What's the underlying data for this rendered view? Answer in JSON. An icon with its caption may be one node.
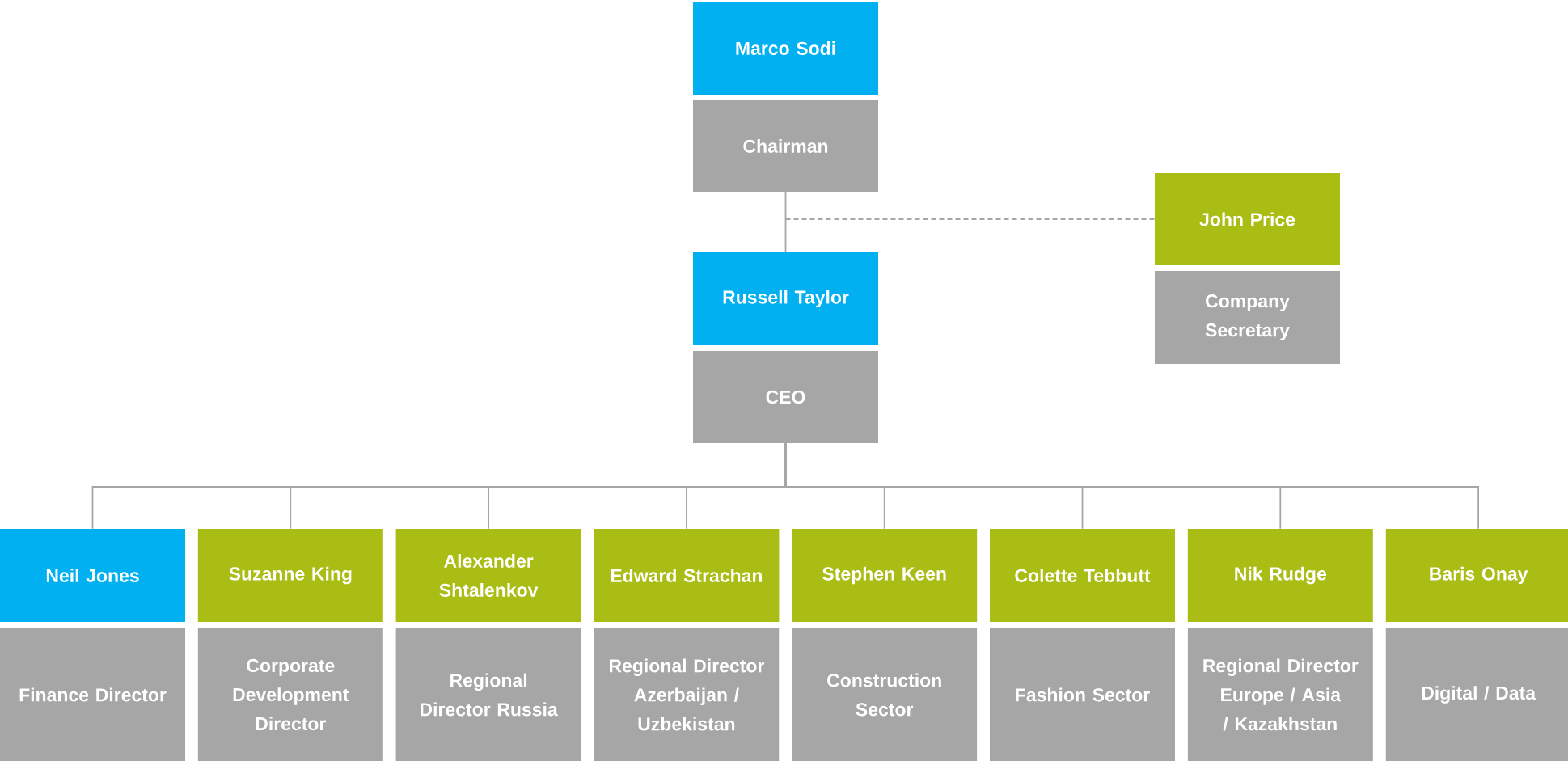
{
  "diagram": {
    "nodes": [
      {
        "text": [
          "Marco Sodi"
        ]
      },
      {
        "text": [
          "Chairman"
        ]
      },
      {
        "text": [
          "John Price"
        ]
      },
      {
        "text": [
          "Company Secretary"
        ]
      },
      {
        "text": [
          "Russell Taylor"
        ]
      },
      {
        "text": [
          "CEO"
        ]
      },
      {
        "text": [
          "Neil Jones"
        ]
      },
      {
        "text": [
          "Finance Director"
        ]
      },
      {
        "text": [
          "Suzanne King"
        ]
      },
      {
        "text": [
          "Corporate Development Director"
        ]
      },
      {
        "text": [
          "Alexander Shtalenkov"
        ]
      },
      {
        "text": [
          "Regional Director Russia"
        ]
      },
      {
        "text": [
          "Edward Strachan"
        ]
      },
      {
        "text": [
          "Regional Director Azerbaijan / Uzbekistan"
        ]
      },
      {
        "text": [
          "Stephen Keen"
        ]
      },
      {
        "text": [
          "Construction Sector"
        ]
      },
      {
        "text": [
          "Colette Tebbutt"
        ]
      },
      {
        "text": [
          "Fashion Sector"
        ]
      },
      {
        "text": [
          "Nik Rudge"
        ]
      },
      {
        "text": [
          "Regional Director Europe / Asia / Kazakhstan"
        ]
      },
      {
        "text": [
          "Baris Onay"
        ]
      },
      {
        "text": [
          "Digital / Data"
        ]
      }
    ],
    "edges": [
      {
        "from": 1,
        "to": 4,
        "arrow": "none"
      },
      {
        "from": 1,
        "to": 2,
        "arrow": "none",
        "style": "dashed"
      },
      {
        "from": 5,
        "to": 6,
        "arrow": "none"
      },
      {
        "from": 5,
        "to": 8,
        "arrow": "none"
      },
      {
        "from": 5,
        "to": 10,
        "arrow": "none"
      },
      {
        "from": 5,
        "to": 12,
        "arrow": "none"
      },
      {
        "from": 5,
        "to": 14,
        "arrow": "none"
      },
      {
        "from": 5,
        "to": 16,
        "arrow": "none"
      },
      {
        "from": 5,
        "to": 18,
        "arrow": "none"
      },
      {
        "from": 5,
        "to": 20,
        "arrow": "none"
      }
    ]
  }
}
